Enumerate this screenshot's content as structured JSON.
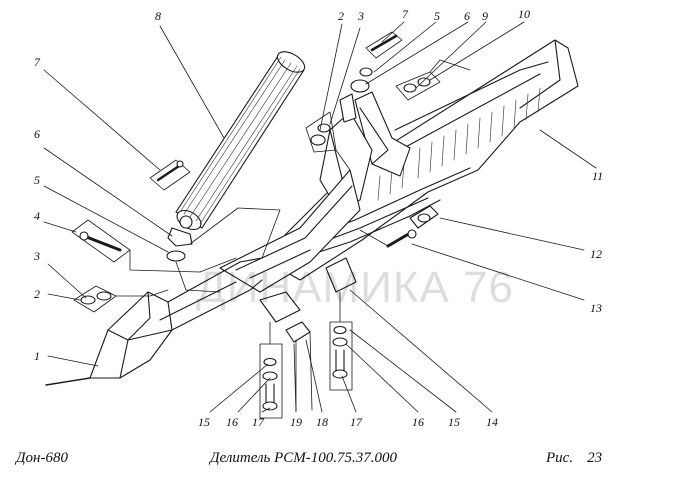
{
  "figure": {
    "watermark": "ДИНАМИКА 76",
    "model": "Дон-680",
    "title": "Делитель РСМ-100.75.37.000",
    "fig_label": "Рис.",
    "fig_number": "23"
  },
  "callouts": [
    {
      "key": "c1",
      "text": "1"
    },
    {
      "key": "c2l",
      "text": "2"
    },
    {
      "key": "c3l",
      "text": "3"
    },
    {
      "key": "c4",
      "text": "4"
    },
    {
      "key": "c5l",
      "text": "5"
    },
    {
      "key": "c6l",
      "text": "6"
    },
    {
      "key": "c7l",
      "text": "7"
    },
    {
      "key": "c8",
      "text": "8"
    },
    {
      "key": "c2t",
      "text": "2"
    },
    {
      "key": "c3t",
      "text": "3"
    },
    {
      "key": "c7t",
      "text": "7"
    },
    {
      "key": "c5t",
      "text": "5"
    },
    {
      "key": "c6t",
      "text": "6"
    },
    {
      "key": "c9",
      "text": "9"
    },
    {
      "key": "c10",
      "text": "10"
    },
    {
      "key": "c11",
      "text": "11"
    },
    {
      "key": "c12",
      "text": "12"
    },
    {
      "key": "c13",
      "text": "13"
    },
    {
      "key": "c14",
      "text": "14"
    },
    {
      "key": "c15b",
      "text": "15"
    },
    {
      "key": "c16b",
      "text": "16"
    },
    {
      "key": "c17b",
      "text": "17"
    },
    {
      "key": "c19",
      "text": "19"
    },
    {
      "key": "c18",
      "text": "18"
    },
    {
      "key": "c17r",
      "text": "17"
    },
    {
      "key": "c16r",
      "text": "16"
    },
    {
      "key": "c15r",
      "text": "15"
    }
  ]
}
